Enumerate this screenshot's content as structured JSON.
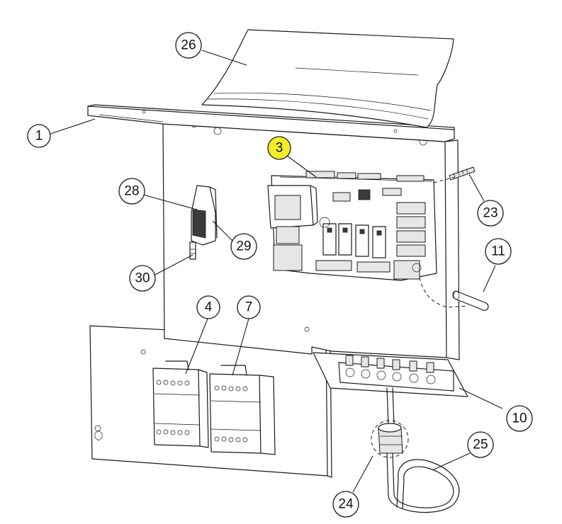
{
  "callouts": {
    "c1": "1",
    "c3": "3",
    "c4": "4",
    "c7": "7",
    "c10": "10",
    "c11": "11",
    "c23": "23",
    "c24": "24",
    "c25": "25",
    "c26": "26",
    "c28": "28",
    "c29": "29",
    "c30": "30"
  },
  "colors": {
    "highlight": "#f4ee2a",
    "line": "#1a1a1a",
    "background": "#ffffff"
  }
}
